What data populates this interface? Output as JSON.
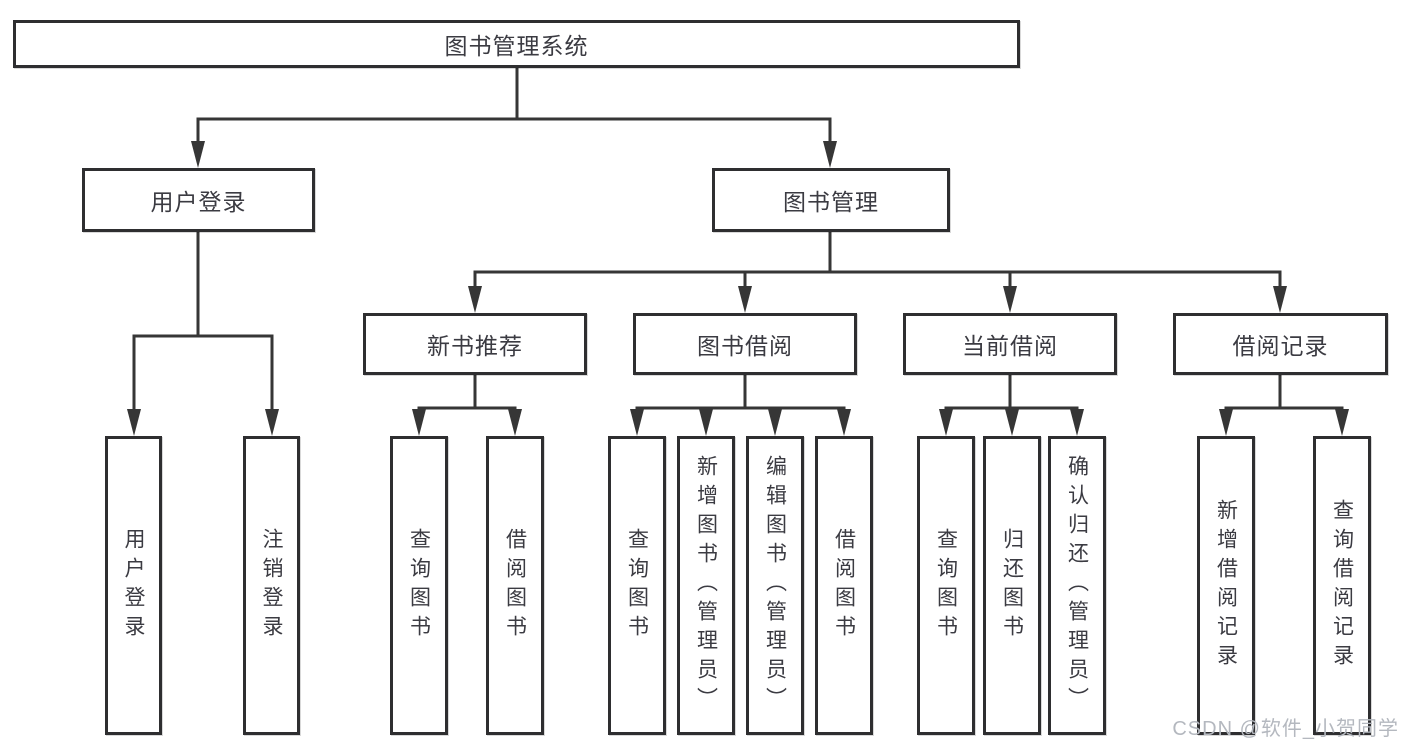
{
  "colors": {
    "line": "#363636",
    "box_border": "#2e2e30",
    "text": "#3b3b42",
    "watermark_text": "#b4b8bf"
  },
  "watermark": "CSDN @软件_小贺同学",
  "tree": {
    "root": "图书管理系统",
    "branches": [
      {
        "label": "用户登录",
        "leaves": [
          "用户登录",
          "注销登录"
        ]
      },
      {
        "label": "图书管理",
        "sections": [
          {
            "label": "新书推荐",
            "leaves": [
              "查询图书",
              "借阅图书"
            ]
          },
          {
            "label": "图书借阅",
            "leaves": [
              "查询图书",
              "新增图书（管理员）",
              "编辑图书（管理员）",
              "借阅图书"
            ]
          },
          {
            "label": "当前借阅",
            "leaves": [
              "查询图书",
              "归还图书",
              "确认归还（管理员）"
            ]
          },
          {
            "label": "借阅记录",
            "leaves": [
              "新增借阅记录",
              "查询借阅记录"
            ]
          }
        ]
      }
    ]
  }
}
